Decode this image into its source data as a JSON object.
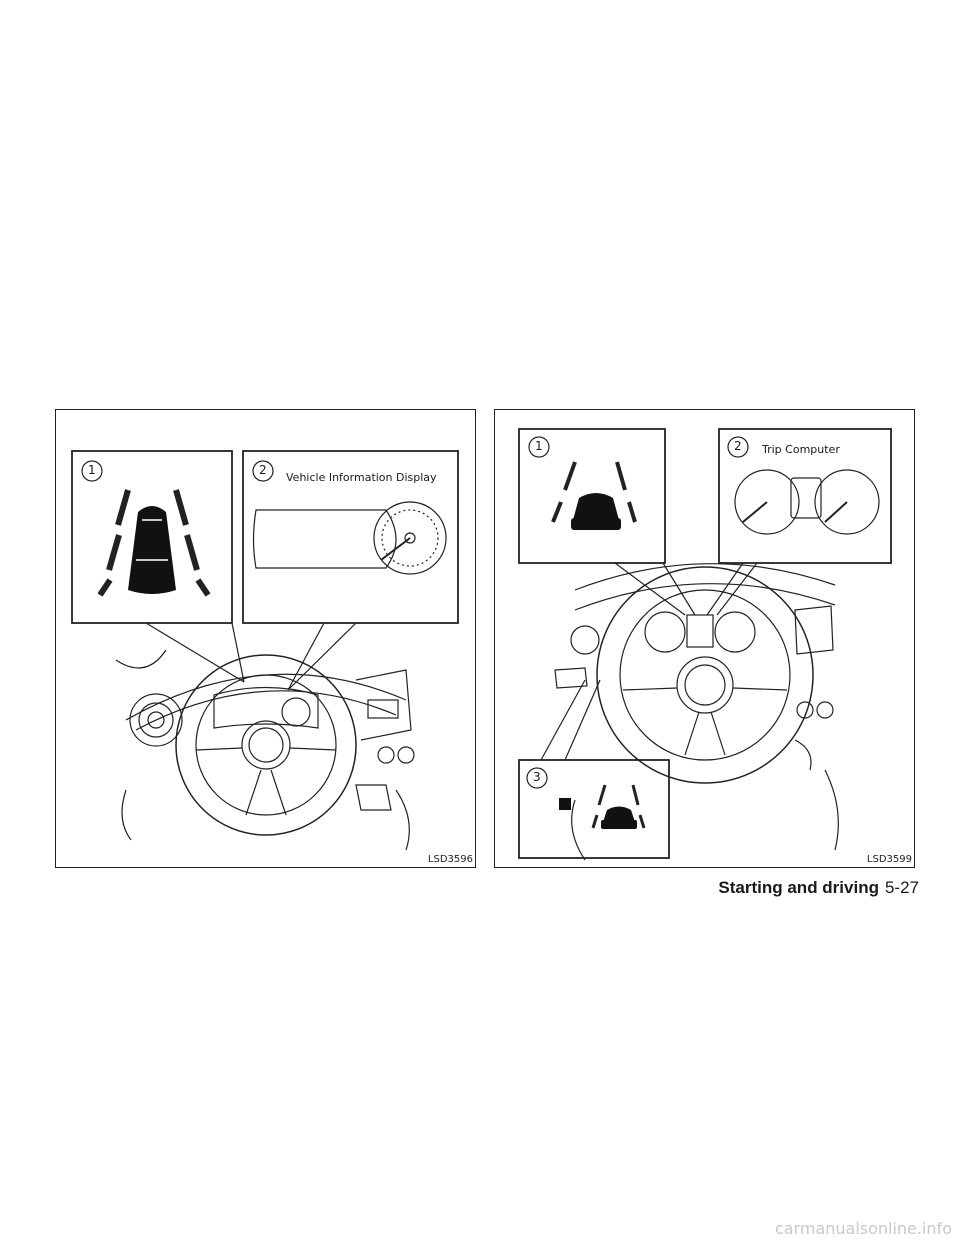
{
  "figures": [
    {
      "code": "LSD3596",
      "callouts": [
        {
          "number": "1",
          "title": ""
        },
        {
          "number": "2",
          "title": "Vehicle Information Display"
        }
      ]
    },
    {
      "code": "LSD3599",
      "callouts": [
        {
          "number": "1",
          "title": ""
        },
        {
          "number": "2",
          "title": "Trip Computer"
        },
        {
          "number": "3",
          "title": ""
        }
      ]
    }
  ],
  "footer": {
    "section": "Starting and driving",
    "page": "5-27"
  },
  "watermark": "carmanualsonline.info"
}
